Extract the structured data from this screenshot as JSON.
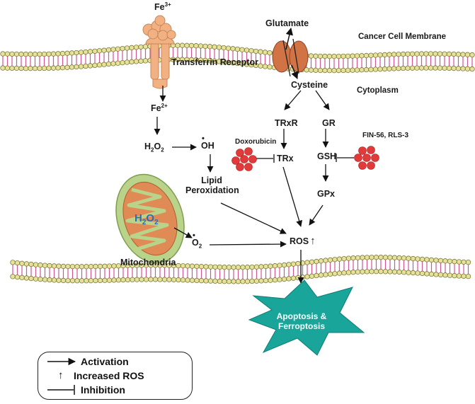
{
  "colors": {
    "membrane_head": "#e6e29a",
    "membrane_tail": "#d0569a",
    "receptor": "#f2b183",
    "transporter": "#d27346",
    "mito_outer": "#b9d38a",
    "mito_inner": "#e08a55",
    "ros_cluster": "#e03a3a",
    "star": "#1aa59a",
    "text_blue": "#2f6db3"
  },
  "icons": [
    "transferrin-receptor-icon",
    "glutamate-cysteine-antiporter-icon",
    "mitochondrion-icon",
    "inhibitor-cluster-icon",
    "apoptosis-star-icon"
  ],
  "labels": {
    "fe3": "Fe",
    "fe3_sup": "3+",
    "transferrin_receptor": "Transferrin Receptor",
    "glutamate": "Glutamate",
    "cancer_cell_membrane": "Cancer Cell Membrane",
    "cysteine": "Cysteine",
    "cytoplasm": "Cytoplasm",
    "fe2": "Fe",
    "fe2_sup": "2+",
    "h2o2_h": "H",
    "h2o2_2a": "2",
    "h2o2_o": "O",
    "h2o2_2b": "2",
    "oh": "OH",
    "oh_dot": "•",
    "trxr": "TRxR",
    "gr": "GR",
    "doxorubicin": "Doxorubicin",
    "trx": "TRx",
    "gsh": "GSH",
    "fin56": "FIN-56, RLS-3",
    "lipid_line1": "Lipid",
    "lipid_line2": "Peroxidation",
    "gpx": "GPx",
    "mito_h": "H",
    "mito_2a": "2",
    "mito_o": "O",
    "mito_2b": "2",
    "o2": "O",
    "o2_sub": "2",
    "o2_dot": "•",
    "ros": "ROS",
    "ros_arrow": "↑",
    "mitochondria": "Mitochondria",
    "outcome_line1": "Apoptosis &",
    "outcome_line2": "Ferroptosis"
  },
  "legend": {
    "activation": "Activation",
    "increased_ros": "Increased ROS",
    "increased_ros_symbol": "↑",
    "inhibition": "Inhibition"
  }
}
